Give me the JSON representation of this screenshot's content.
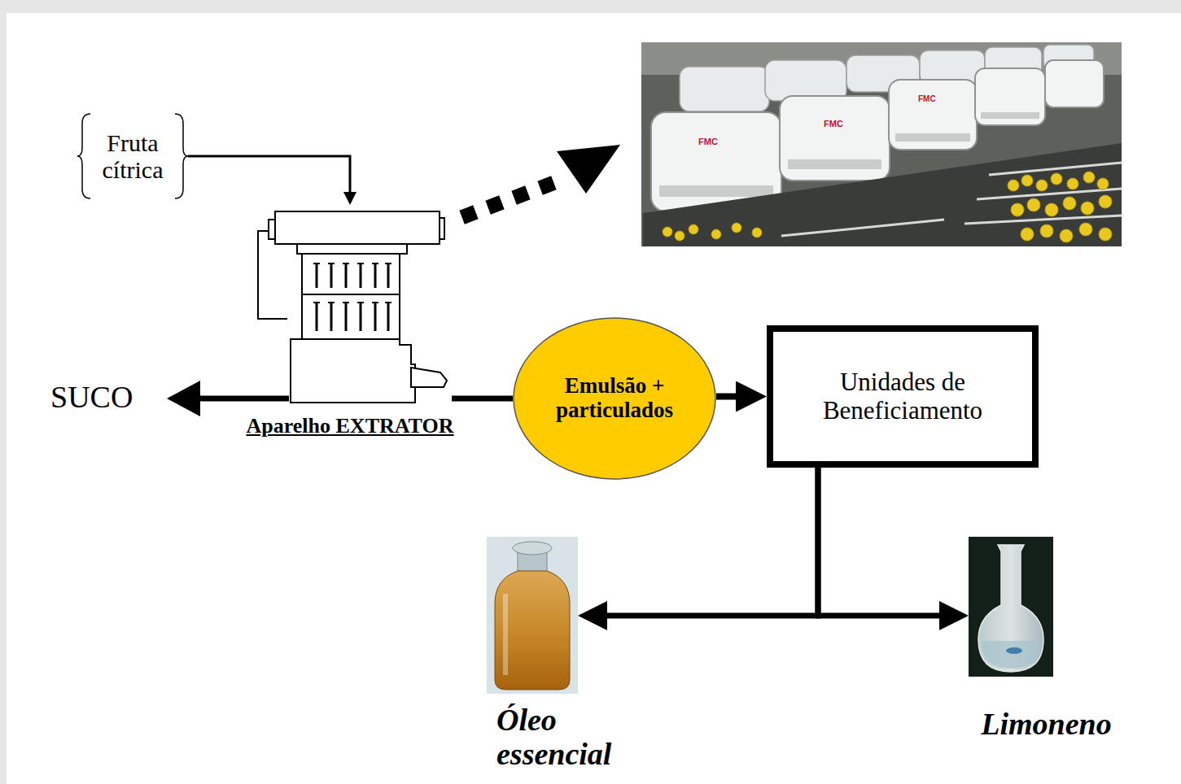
{
  "diagram": {
    "nodes": [
      {
        "text": [
          "Fruta cítrica"
        ]
      },
      {
        "text": [
          "Aparelho EXTRATOR"
        ]
      },
      {
        "text": [
          "Emulsão + particulados"
        ]
      },
      {
        "text": [
          "Unidades de Beneficiamento"
        ]
      },
      {
        "text": [
          "Óleo essencial"
        ]
      },
      {
        "text": [
          "Limoneno"
        ]
      }
    ],
    "edges": [
      {
        "from": 0,
        "to": 1,
        "arrow": "to"
      },
      {
        "from": 1,
        "to": 2,
        "arrow": "none"
      },
      {
        "from": 2,
        "to": 3,
        "arrow": "to"
      },
      {
        "from": 3,
        "to": 4,
        "arrow": "to"
      },
      {
        "from": 3,
        "to": 5,
        "arrow": "to"
      }
    ],
    "labels": [
      "SUCO",
      "FMC",
      "FMC",
      "FMC"
    ]
  }
}
